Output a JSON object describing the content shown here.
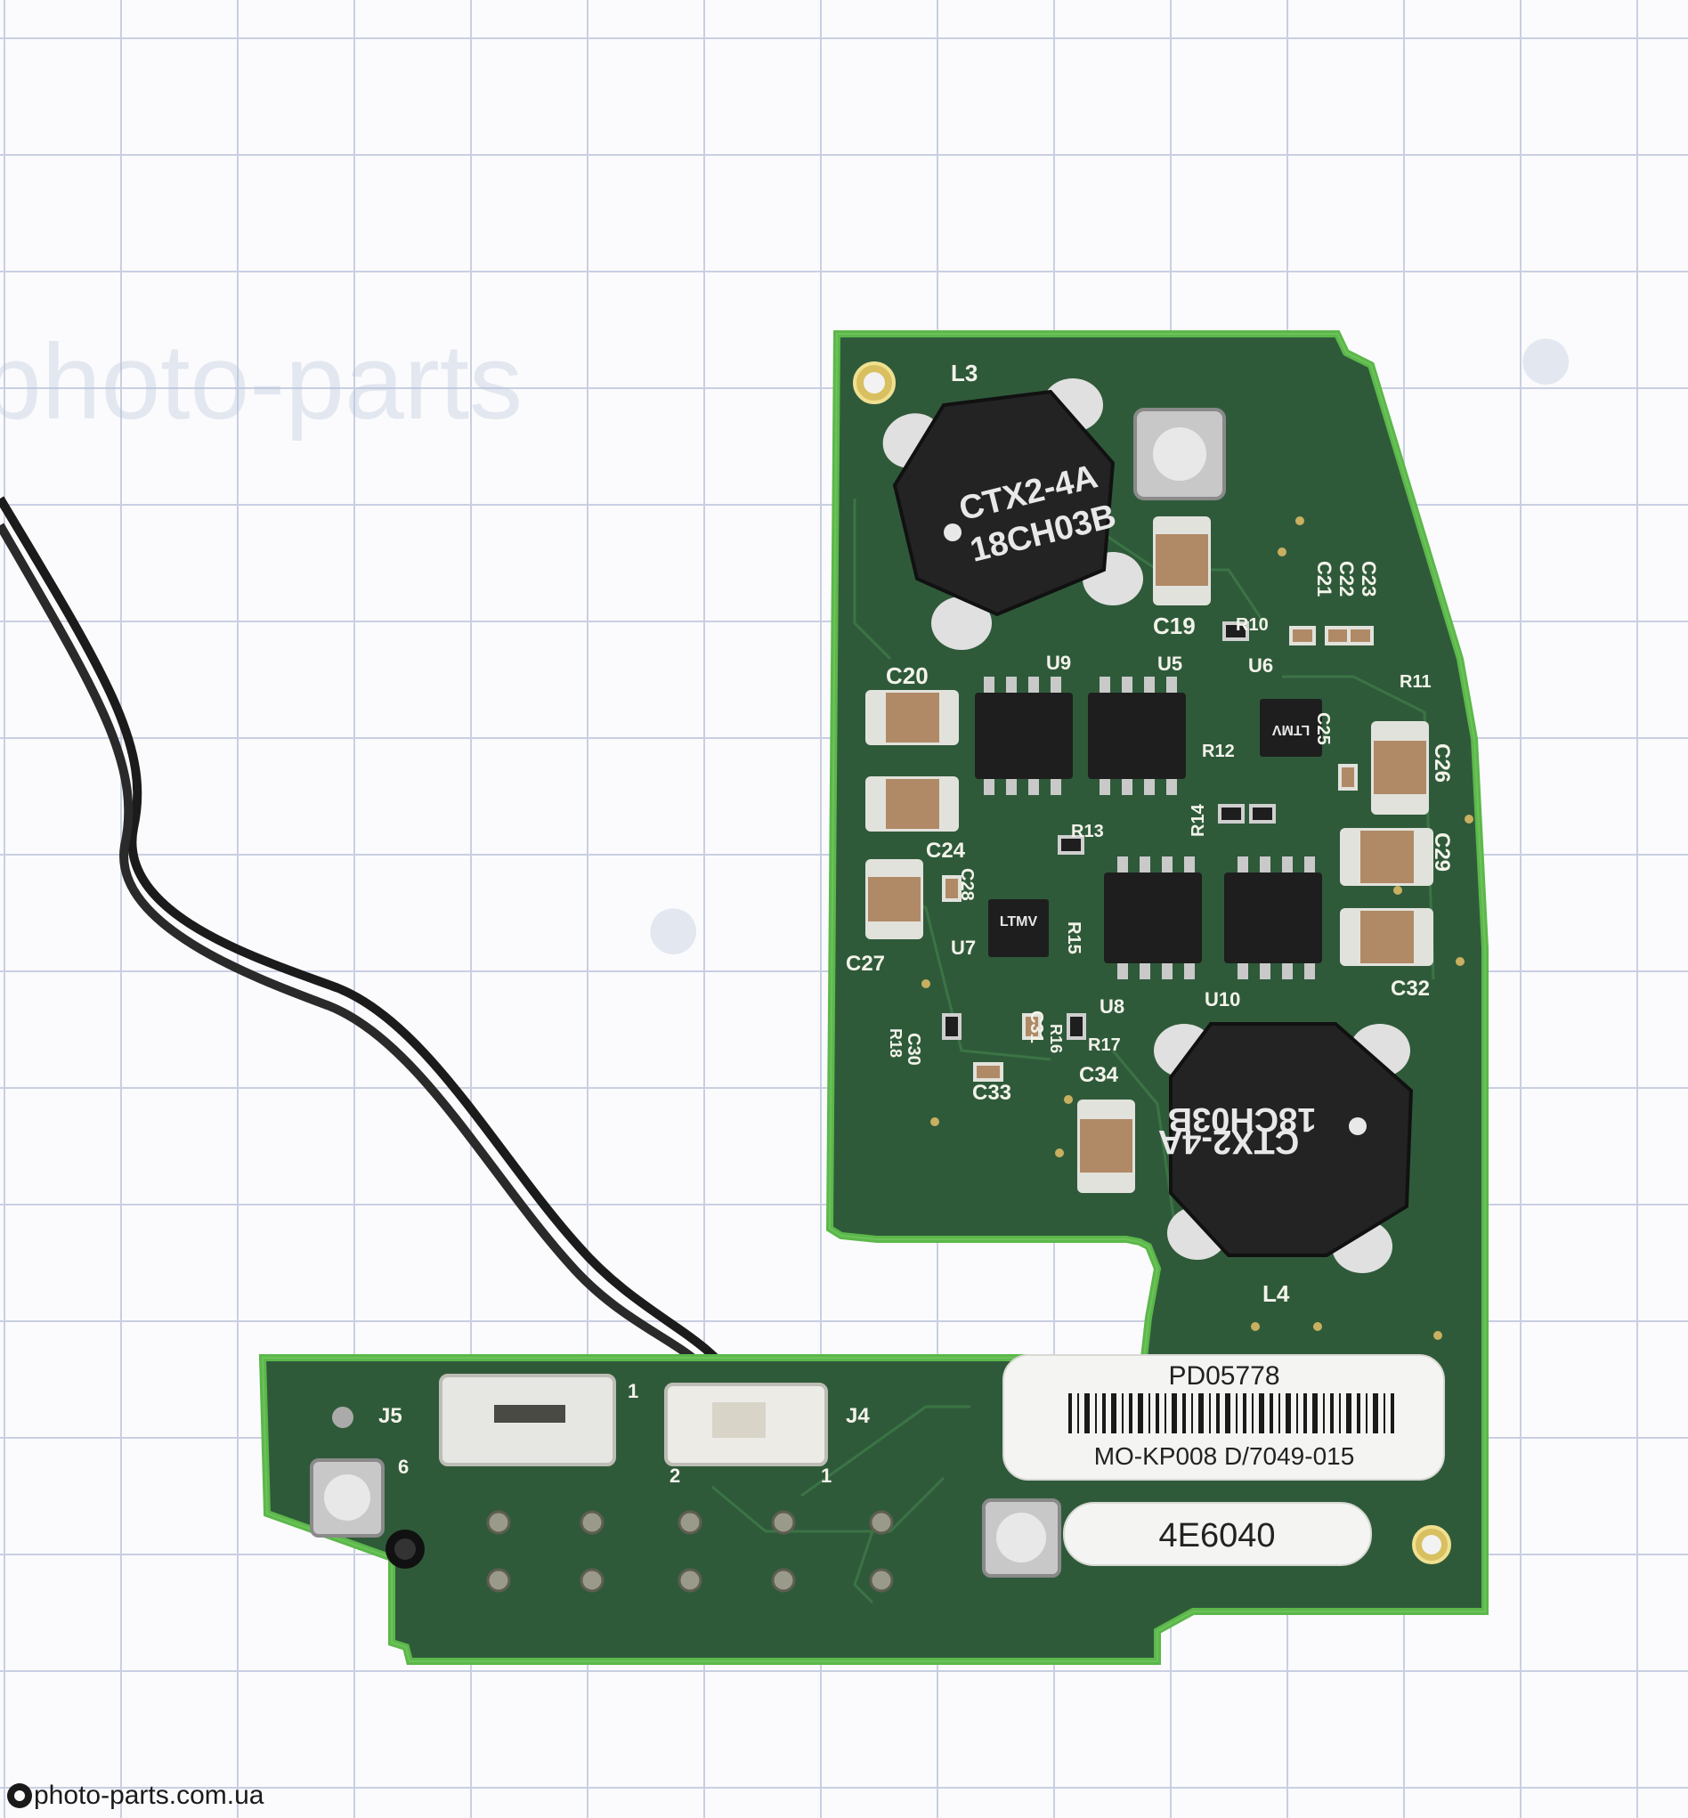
{
  "watermark": {
    "text": "photo-parts"
  },
  "site": {
    "url": "photo-parts.com.ua"
  },
  "chips": {
    "inductor_text_1": "CTX2-4A",
    "inductor_text_2": "18CH03B",
    "ic_marking": "LTMV"
  },
  "refs": {
    "L3": "L3",
    "L4": "L4",
    "C19": "C19",
    "C20": "C20",
    "C21": "C21",
    "C22": "C22",
    "C23": "C23",
    "C24": "C24",
    "C25": "C25",
    "C26": "C26",
    "C27": "C27",
    "C28": "C28",
    "C29": "C29",
    "C30": "C30",
    "C31": "C31",
    "C32": "C32",
    "C33": "C33",
    "C34": "C34",
    "R10": "R10",
    "R11": "R11",
    "R12": "R12",
    "R13": "R13",
    "R14": "R14",
    "R15": "R15",
    "R16": "R16",
    "R17": "R17",
    "R18": "R18",
    "U5": "U5",
    "U6": "U6",
    "U7": "U7",
    "U8": "U8",
    "U9": "U9",
    "U10": "U10",
    "J4": "J4",
    "J5": "J5",
    "pin_1": "1",
    "pin_2": "2",
    "pin_6": "6"
  },
  "label": {
    "part_number": "PD05778",
    "model": "MO-KP008  D/7049-015",
    "serial": "4E6040"
  },
  "colors": {
    "board": "#2f5a3a",
    "board_edge": "#5bb84a",
    "inductor": "#232323",
    "pad": "#d8d2c0",
    "capacitor": "#b08a66"
  }
}
